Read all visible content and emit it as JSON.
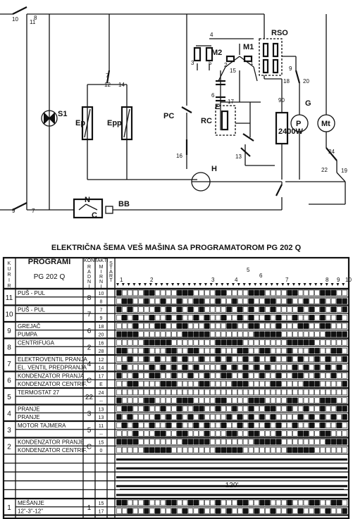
{
  "title": "ELEKTRIČNA ŠEMA VEŠ MAŠINA SA PROGRAMATOROM PG 202 Q",
  "schematic": {
    "components": [
      {
        "label": "S1"
      },
      {
        "label": "Ep"
      },
      {
        "label": "Epp"
      },
      {
        "label": "PC"
      },
      {
        "label": "RC"
      },
      {
        "label": "M2"
      },
      {
        "label": "M1"
      },
      {
        "label": "RSO"
      },
      {
        "label": "2400W"
      },
      {
        "label": "G"
      },
      {
        "label": "P"
      },
      {
        "label": "Mt"
      },
      {
        "label": "H"
      },
      {
        "label": "BB"
      },
      {
        "label": "C"
      },
      {
        "label": "N"
      },
      {
        "label": "E"
      }
    ],
    "terminals": [
      "10",
      "8",
      "11",
      "7",
      "12",
      "14",
      "4",
      "3",
      "5",
      "2",
      "1",
      "15",
      "6",
      "17",
      "16",
      "13",
      "9",
      "90",
      "18",
      "20",
      "24",
      "22",
      "19",
      "9",
      "7"
    ]
  },
  "table": {
    "header_kurir": "KURIR",
    "header_programi": "PROGRAMI",
    "header_model": "PG 202 Q",
    "header_kontakti": "KONTAKTI",
    "header_radni": "RADNI",
    "header_mirni": "MIRNI",
    "header_start": "START",
    "steps": [
      "1",
      "2",
      "3",
      "4",
      "5",
      "6",
      "7",
      "8",
      "9",
      "10"
    ],
    "duration": "120'",
    "rows": [
      {
        "kurir": "11",
        "name": "PUŠ - PUL",
        "k": "8",
        "mirni": [
          "10",
          "8"
        ]
      },
      {
        "kurir": "10",
        "name": "PUŠ - PUL",
        "k": "7",
        "mirni": [
          "7",
          "9"
        ]
      },
      {
        "kurir": "9",
        "name": "GREJAČ",
        "name2": "PUMPA",
        "k": "6",
        "mirni": [
          "18",
          "20"
        ]
      },
      {
        "kurir": "8",
        "name": "CENTRIFUGA",
        "k": "2",
        "mirni": [
          "16",
          "28"
        ]
      },
      {
        "kurir": "7",
        "name": "ELEKTROVENTIL PRANJA",
        "name2": "EL. VENTIL PREDPRANJA",
        "k": "4",
        "mirni": [
          "12",
          "14"
        ]
      },
      {
        "kurir": "6",
        "name": "KONDENZATOR PRANJA",
        "name2": "KONDENZATOR CENTRIF.",
        "k": "C",
        "mirni": [
          "17",
          "E"
        ]
      },
      {
        "kurir": "5",
        "name": "TERMOSTAT 27",
        "k": "22",
        "mirni": [
          "24",
          "--"
        ]
      },
      {
        "kurir": "4",
        "name": "PRANJE",
        "name2": "PRANJE",
        "k": "3",
        "mirni": [
          "13",
          "13"
        ]
      },
      {
        "kurir": "3",
        "name": "MOTOR TAJMERA",
        "k": "5",
        "mirni": [
          "11",
          "--"
        ]
      },
      {
        "kurir": "2",
        "name": "KONDENZATOR PRANJE",
        "name2": "KONDENZATOR CENTRIF.",
        "k": "C",
        "mirni": [
          "15",
          "0"
        ]
      },
      {
        "kurir": "1",
        "name": "MEŠANJE",
        "name2": "12\"-3\"-12\"",
        "k": "1",
        "mirni": [
          "15",
          "17"
        ]
      }
    ]
  }
}
